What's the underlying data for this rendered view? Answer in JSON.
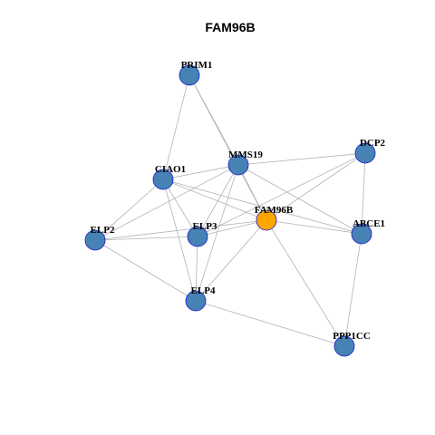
{
  "title": "FAM96B",
  "colors": {
    "node_fill": "#4682b4",
    "center_fill": "#ffa500",
    "node_border": "#1a1acc",
    "edge": "#b3b3b3"
  },
  "nodes": [
    {
      "id": "PRIM1",
      "label": "PRIM1",
      "center": false
    },
    {
      "id": "MMS19",
      "label": "MMS19",
      "center": false
    },
    {
      "id": "DCP2",
      "label": "DCP2",
      "center": false
    },
    {
      "id": "CIAO1",
      "label": "CIAO1",
      "center": false
    },
    {
      "id": "FAM96B",
      "label": "FAM96B",
      "center": true
    },
    {
      "id": "ABCE1",
      "label": "ABCE1",
      "center": false
    },
    {
      "id": "ELP3",
      "label": "ELP3",
      "center": false
    },
    {
      "id": "ELP2",
      "label": "ELP2",
      "center": false
    },
    {
      "id": "ELP4",
      "label": "ELP4",
      "center": false
    },
    {
      "id": "PPP1CC",
      "label": "PPP1CC",
      "center": false
    }
  ],
  "edges": [
    [
      "PRIM1",
      "MMS19"
    ],
    [
      "PRIM1",
      "FAM96B"
    ],
    [
      "PRIM1",
      "CIAO1"
    ],
    [
      "MMS19",
      "DCP2"
    ],
    [
      "MMS19",
      "CIAO1"
    ],
    [
      "MMS19",
      "FAM96B"
    ],
    [
      "MMS19",
      "ABCE1"
    ],
    [
      "MMS19",
      "ELP3"
    ],
    [
      "MMS19",
      "ELP4"
    ],
    [
      "MMS19",
      "ELP2"
    ],
    [
      "DCP2",
      "FAM96B"
    ],
    [
      "DCP2",
      "ABCE1"
    ],
    [
      "DCP2",
      "ELP3"
    ],
    [
      "CIAO1",
      "FAM96B"
    ],
    [
      "CIAO1",
      "ABCE1"
    ],
    [
      "CIAO1",
      "ELP3"
    ],
    [
      "CIAO1",
      "ELP2"
    ],
    [
      "CIAO1",
      "ELP4"
    ],
    [
      "FAM96B",
      "ABCE1"
    ],
    [
      "FAM96B",
      "ELP3"
    ],
    [
      "FAM96B",
      "ELP2"
    ],
    [
      "FAM96B",
      "ELP4"
    ],
    [
      "FAM96B",
      "PPP1CC"
    ],
    [
      "ABCE1",
      "PPP1CC"
    ],
    [
      "ELP3",
      "ELP2"
    ],
    [
      "ELP3",
      "ELP4"
    ],
    [
      "ELP2",
      "ELP4"
    ],
    [
      "ELP4",
      "PPP1CC"
    ]
  ]
}
